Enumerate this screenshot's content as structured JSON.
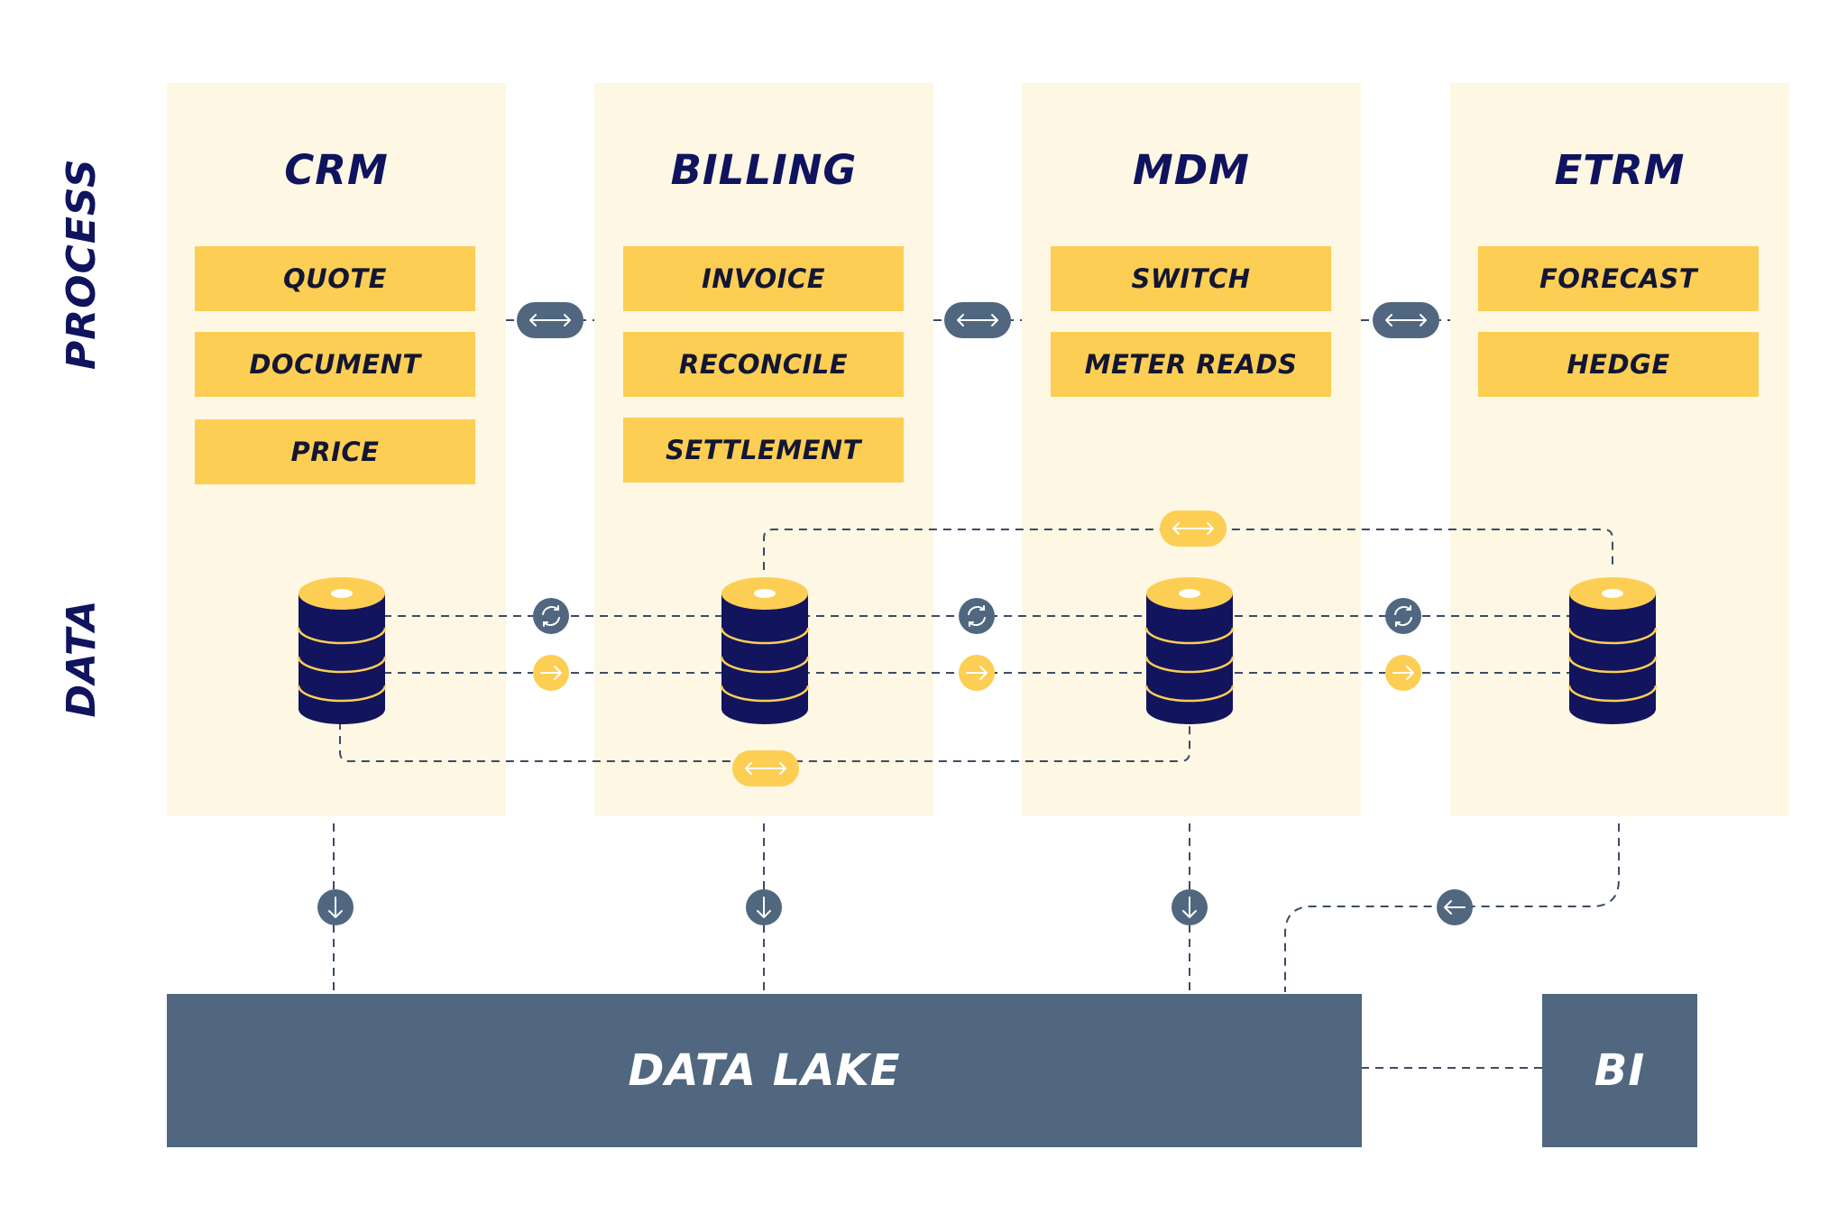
{
  "row_labels": {
    "process": "PROCESS",
    "data": "DATA"
  },
  "columns": [
    {
      "title": "CRM",
      "tasks": [
        "QUOTE",
        "DOCUMENT",
        "PRICE"
      ]
    },
    {
      "title": "BILLING",
      "tasks": [
        "INVOICE",
        "RECONCILE",
        "SETTLEMENT"
      ]
    },
    {
      "title": "MDM",
      "tasks": [
        "SWITCH",
        "METER READS"
      ]
    },
    {
      "title": "ETRM",
      "tasks": [
        "FORECAST",
        "HEDGE"
      ]
    }
  ],
  "data_lake": {
    "label": "DATA LAKE"
  },
  "bi": {
    "label": "BI"
  },
  "colors": {
    "column_bg": "#FEF7E3",
    "task_yellow": "#FDCE54",
    "navy": "#10145E",
    "slate": "#50677F",
    "connector_line": "#3B4C63"
  },
  "icons": {
    "process_connector": "bidirectional-arrow-icon",
    "sync": "sync-icon",
    "flow": "arrow-right-icon",
    "load": "arrow-down-icon",
    "return": "arrow-left-icon",
    "database": "database-icon"
  }
}
